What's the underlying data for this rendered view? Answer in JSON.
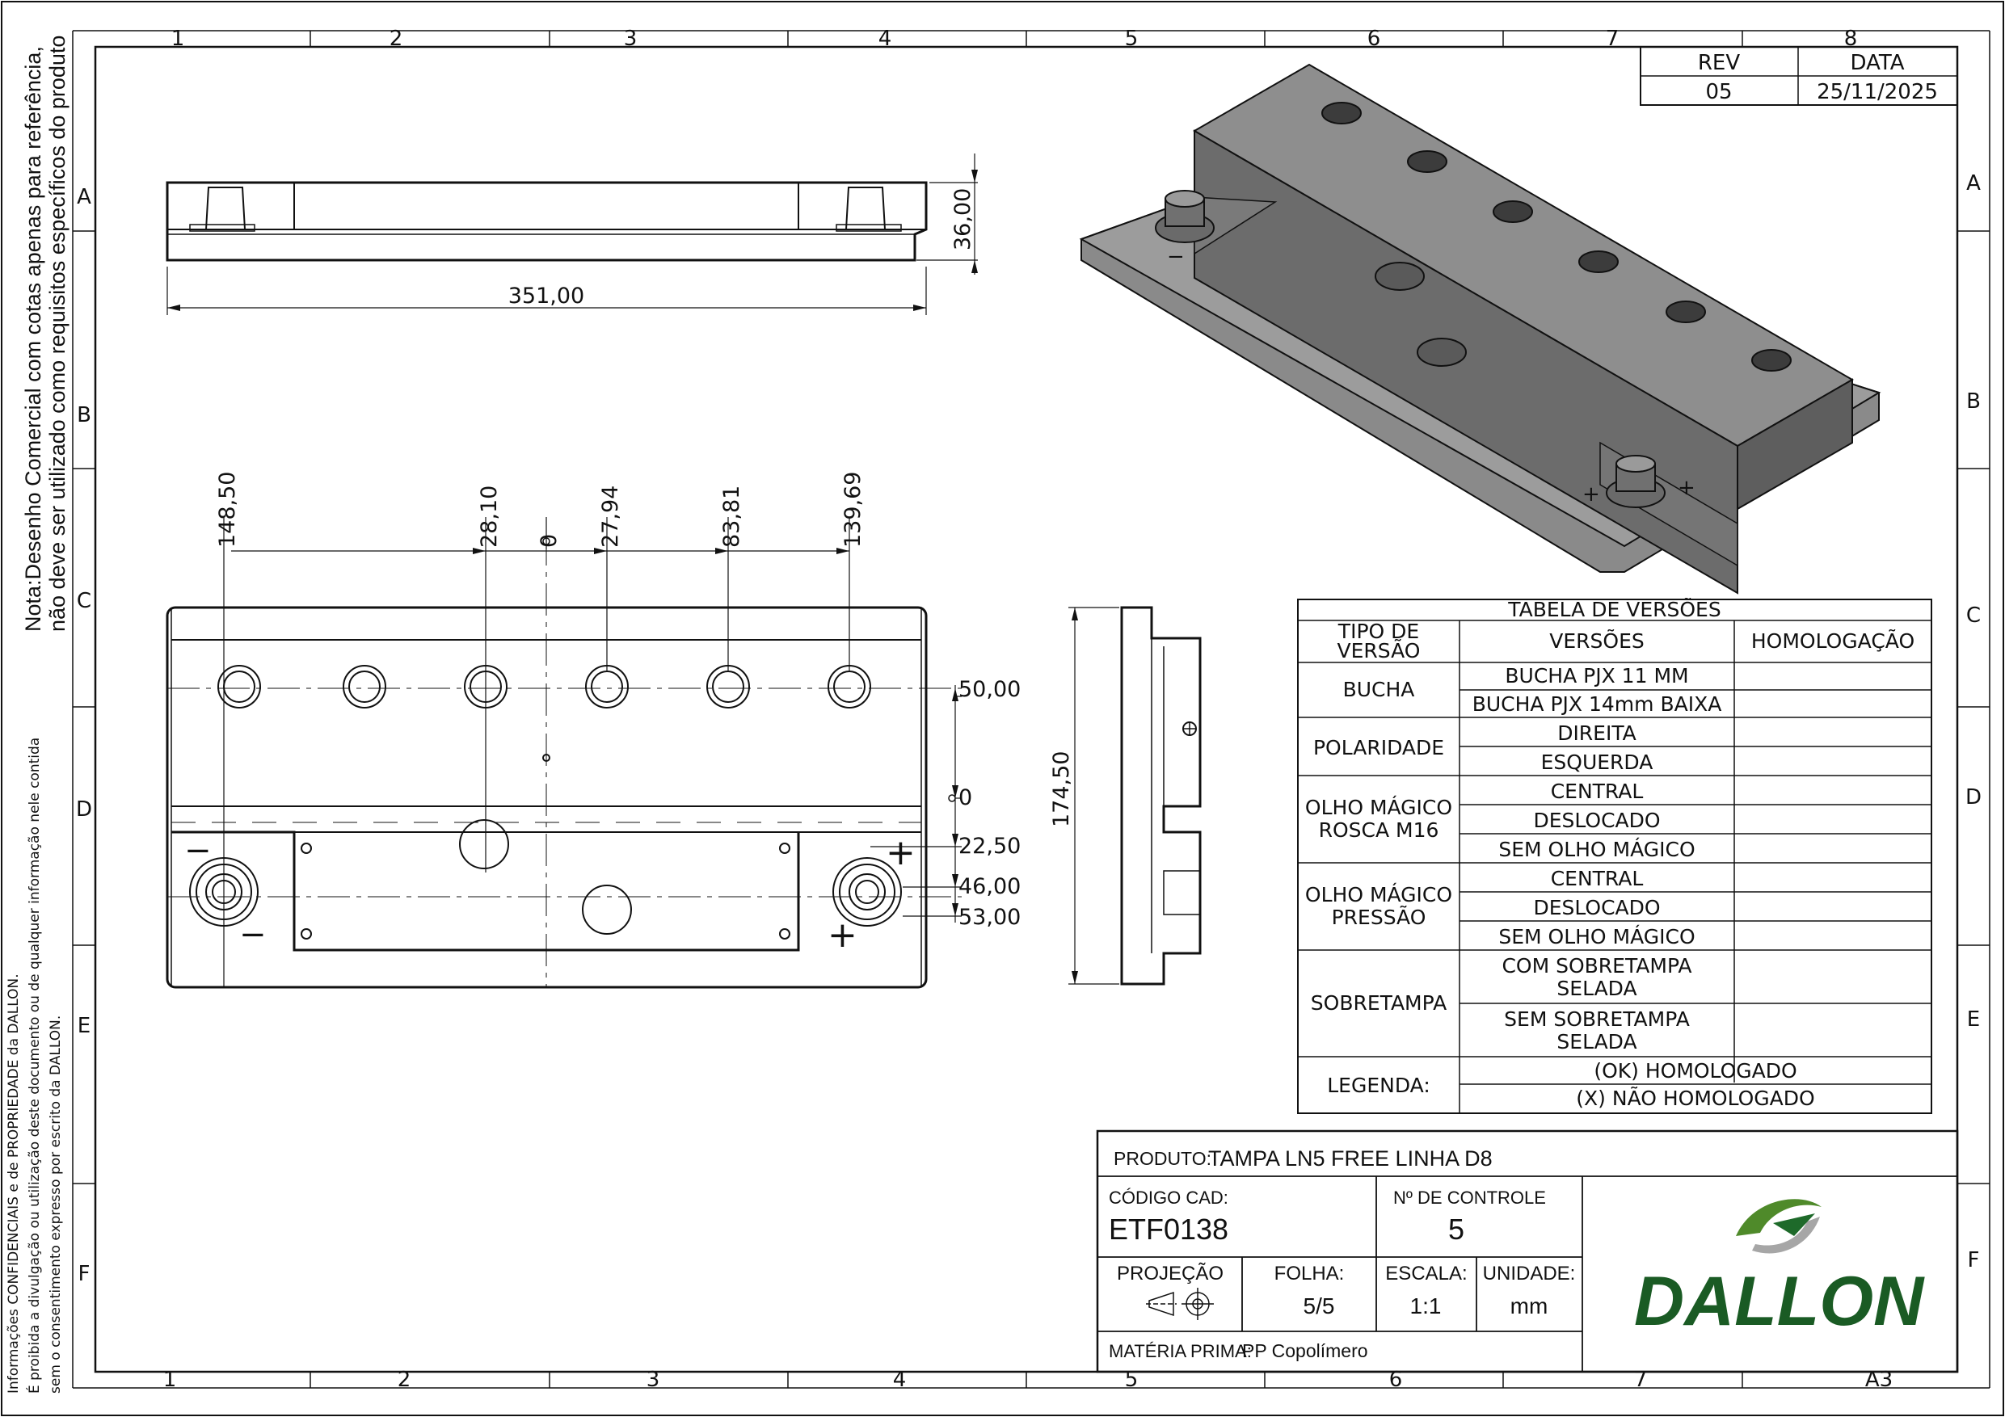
{
  "notes": {
    "commercial_line1": "Nota:Desenho Comercial com cotas apenas para referência,",
    "commercial_line2": "não deve ser utilizado como requisitos específicos do produto",
    "confidential_line1": "Informações CONFIDENCIAIS e de PROPRIEDADE da DALLON.",
    "confidential_line2": "É proibida a divulgação ou utilização deste documento ou de qualquer informação nele contida",
    "confidential_line3": "sem o consentimento expresso por escrito da DALLON."
  },
  "grid": {
    "columns": [
      "1",
      "2",
      "3",
      "4",
      "5",
      "6",
      "7",
      "8"
    ],
    "rows": [
      "A",
      "B",
      "C",
      "D",
      "E",
      "F"
    ],
    "sheet_size": "A3"
  },
  "revision": {
    "rev_header": "REV",
    "date_header": "DATA",
    "rev": "05",
    "date": "25/11/2025"
  },
  "dimensions": {
    "side_height": "36,00",
    "side_length": "351,00",
    "h148": "148,50",
    "h28": "28,10",
    "h0": "0",
    "h27": "27,94",
    "h83": "83,81",
    "h139": "139,69",
    "v50": "50,00",
    "v0": "0",
    "v22": "22,50",
    "v46": "46,00",
    "v53": "53,00",
    "end_width": "174,50"
  },
  "polarity": {
    "minus": "−",
    "plus": "+"
  },
  "version_table": {
    "title": "TABELA DE VERSÕES",
    "head_type_line1": "TIPO DE",
    "head_type_line2": "VERSÃO",
    "head_versions": "VERSÕES",
    "head_homolog": "HOMOLOGAÇÃO",
    "groups": [
      {
        "line1": "BUCHA",
        "line2": "",
        "items": [
          [
            "BUCHA PJX 11 MM",
            ""
          ],
          [
            "BUCHA PJX 14mm BAIXA",
            ""
          ]
        ]
      },
      {
        "line1": "POLARIDADE",
        "line2": "",
        "items": [
          [
            "DIREITA",
            ""
          ],
          [
            "ESQUERDA",
            ""
          ]
        ]
      },
      {
        "line1": "OLHO MÁGICO",
        "line2": "ROSCA M16",
        "items": [
          [
            "CENTRAL",
            ""
          ],
          [
            "DESLOCADO",
            ""
          ],
          [
            "SEM OLHO MÁGICO",
            ""
          ]
        ]
      },
      {
        "line1": "OLHO MÁGICO",
        "line2": "PRESSÃO",
        "items": [
          [
            "CENTRAL",
            ""
          ],
          [
            "DESLOCADO",
            ""
          ],
          [
            "SEM OLHO MÁGICO",
            ""
          ]
        ]
      },
      {
        "line1": "SOBRETAMPA",
        "line2": "",
        "items": [
          [
            "COM SOBRETAMPA",
            "SELADA"
          ],
          [
            "SEM SOBRETAMPA",
            "SELADA"
          ]
        ]
      }
    ],
    "legend_label": "LEGENDA:",
    "legend_ok": "(OK) HOMOLOGADO",
    "legend_x": "(X) NÃO HOMOLOGADO"
  },
  "title_block": {
    "product_label": "PRODUTO:",
    "product_value": "TAMPA LN5 FREE LINHA D8",
    "cad_label": "CÓDIGO CAD:",
    "cad_value": "ETF0138",
    "control_label": "Nº DE CONTROLE",
    "control_value": "5",
    "projection_label": "PROJEÇÃO",
    "sheet_label": "FOLHA:",
    "sheet_value": "5/5",
    "scale_label": "ESCALA:",
    "scale_value": "1:1",
    "unit_label": "UNIDADE:",
    "unit_value": "mm",
    "material_label": "MATÉRIA PRIMA:",
    "material_value": "PP Copolímero",
    "logo_text": "DALLON"
  }
}
